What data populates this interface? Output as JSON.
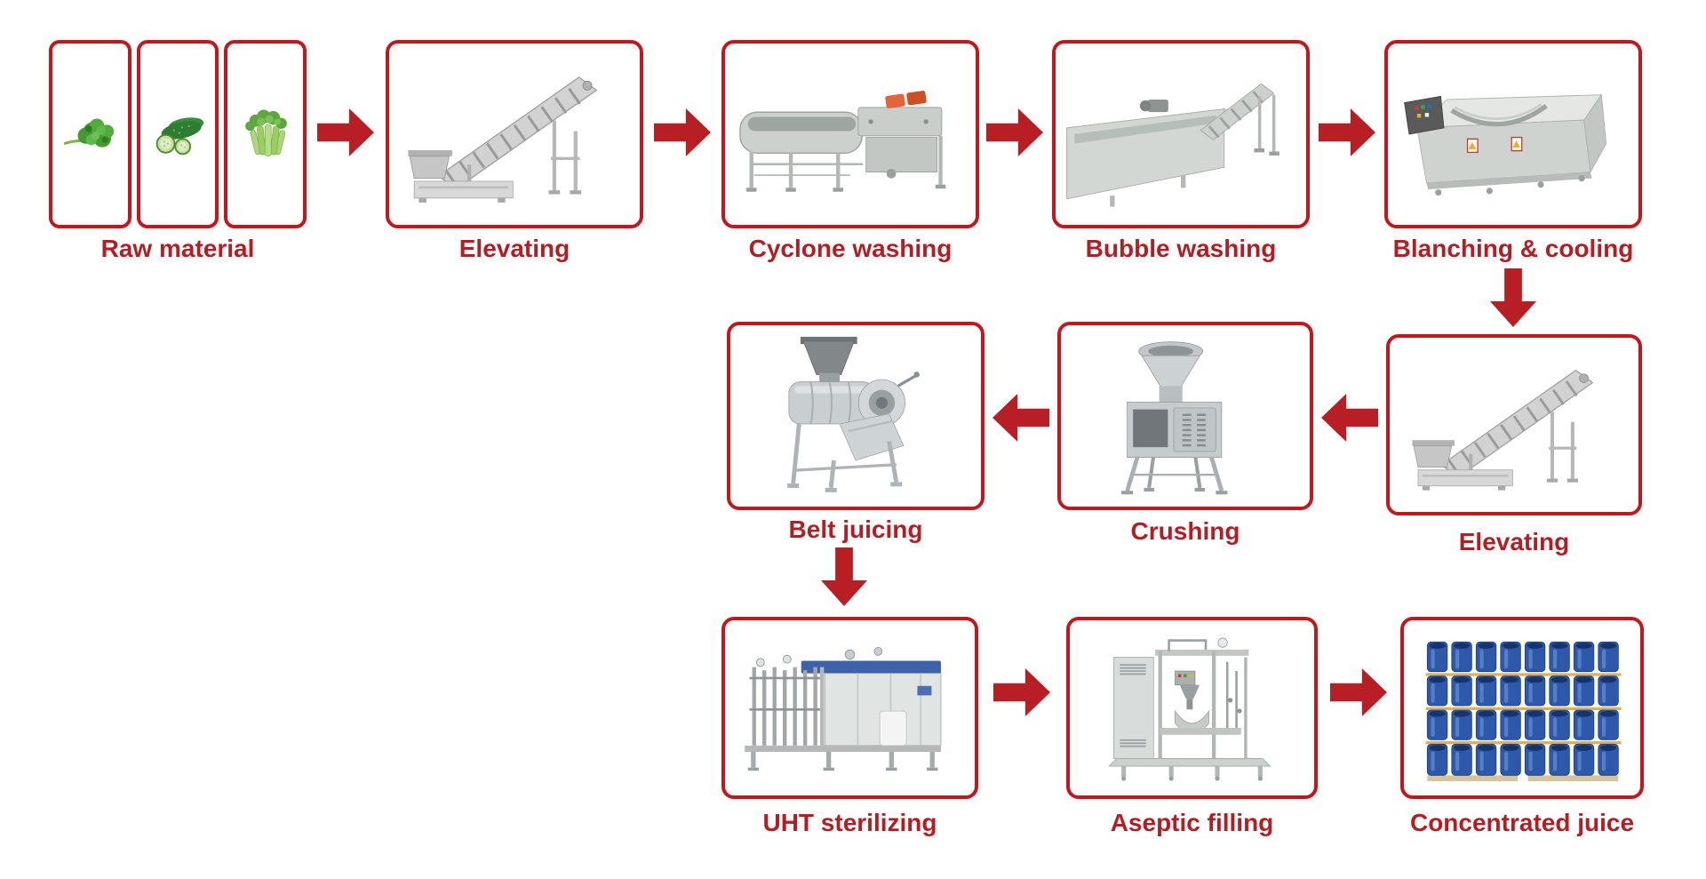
{
  "colors": {
    "box_border": "#c4161d",
    "arrow": "#b81f24",
    "label_text": "#b21e24",
    "background": "#ffffff"
  },
  "steps": [
    {
      "id": "raw-material",
      "label": "Raw material",
      "image": "vegetable-photos",
      "photos": [
        "kale-photo",
        "cucumber-photo",
        "celery-photo"
      ]
    },
    {
      "id": "elevating-1",
      "label": "Elevating",
      "image": "inclined-conveyor"
    },
    {
      "id": "cyclone-washing",
      "label": "Cyclone washing",
      "image": "cyclone-washer-machine"
    },
    {
      "id": "bubble-washing",
      "label": "Bubble washing",
      "image": "bubble-washer-machine"
    },
    {
      "id": "blanching-cooling",
      "label": "Blanching & cooling",
      "image": "blanching-machine"
    },
    {
      "id": "elevating-2",
      "label": "Elevating",
      "image": "inclined-conveyor"
    },
    {
      "id": "crushing",
      "label": "Crushing",
      "image": "crusher-machine"
    },
    {
      "id": "belt-juicing",
      "label": "Belt juicing",
      "image": "belt-juicer-machine"
    },
    {
      "id": "uht-sterilizing",
      "label": "UHT sterilizing",
      "image": "uht-sterilizer-machine"
    },
    {
      "id": "aseptic-filling",
      "label": "Aseptic filling",
      "image": "aseptic-filler-machine"
    },
    {
      "id": "concentrated-juice",
      "label": "Concentrated juice",
      "image": "blue-drum-stack-photo"
    }
  ],
  "connections": [
    {
      "from": "raw-material",
      "to": "elevating-1",
      "direction": "right"
    },
    {
      "from": "elevating-1",
      "to": "cyclone-washing",
      "direction": "right"
    },
    {
      "from": "cyclone-washing",
      "to": "bubble-washing",
      "direction": "right"
    },
    {
      "from": "bubble-washing",
      "to": "blanching-cooling",
      "direction": "right"
    },
    {
      "from": "blanching-cooling",
      "to": "elevating-2",
      "direction": "down"
    },
    {
      "from": "elevating-2",
      "to": "crushing",
      "direction": "left"
    },
    {
      "from": "crushing",
      "to": "belt-juicing",
      "direction": "left"
    },
    {
      "from": "belt-juicing",
      "to": "uht-sterilizing",
      "direction": "down"
    },
    {
      "from": "uht-sterilizing",
      "to": "aseptic-filling",
      "direction": "right"
    },
    {
      "from": "aseptic-filling",
      "to": "concentrated-juice",
      "direction": "right"
    }
  ]
}
